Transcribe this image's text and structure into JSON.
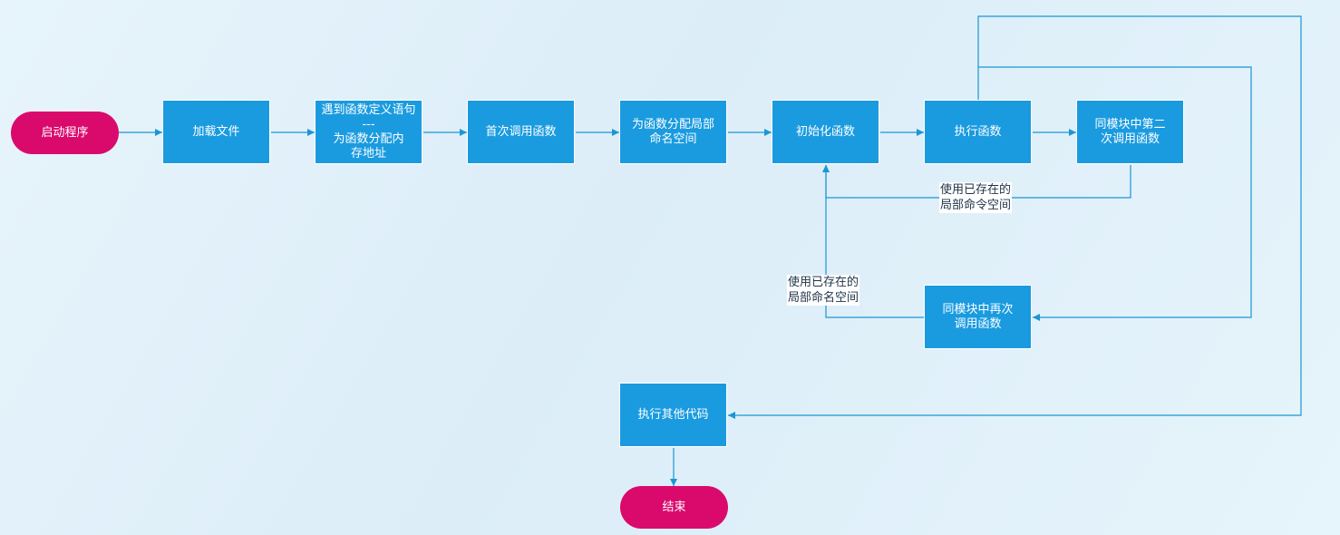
{
  "diagram": {
    "nodes": {
      "start": "启动程序",
      "load_file": "加载文件",
      "define_function": "遇到函数定义语句\n---\n为函数分配内\n存地址",
      "first_call": "首次调用函数",
      "alloc_namespace": "为函数分配局部\n命名空间",
      "init_function": "初始化函数",
      "execute_function": "执行函数",
      "second_call": "同模块中第二\n次调用函数",
      "call_again": "同模块中再次\n调用函数",
      "run_other": "执行其他代码",
      "end": "结束"
    },
    "edge_labels": {
      "reuse_namespace_upper": "使用已存在的\n局部命令空间",
      "reuse_namespace_lower": "使用已存在的\n局部命名空间"
    }
  },
  "style": {
    "edge_color": "#1a96d4",
    "process_fill": "#1a9be0",
    "terminal_fill": "#da0a6c",
    "background": "#e3f1f9"
  }
}
